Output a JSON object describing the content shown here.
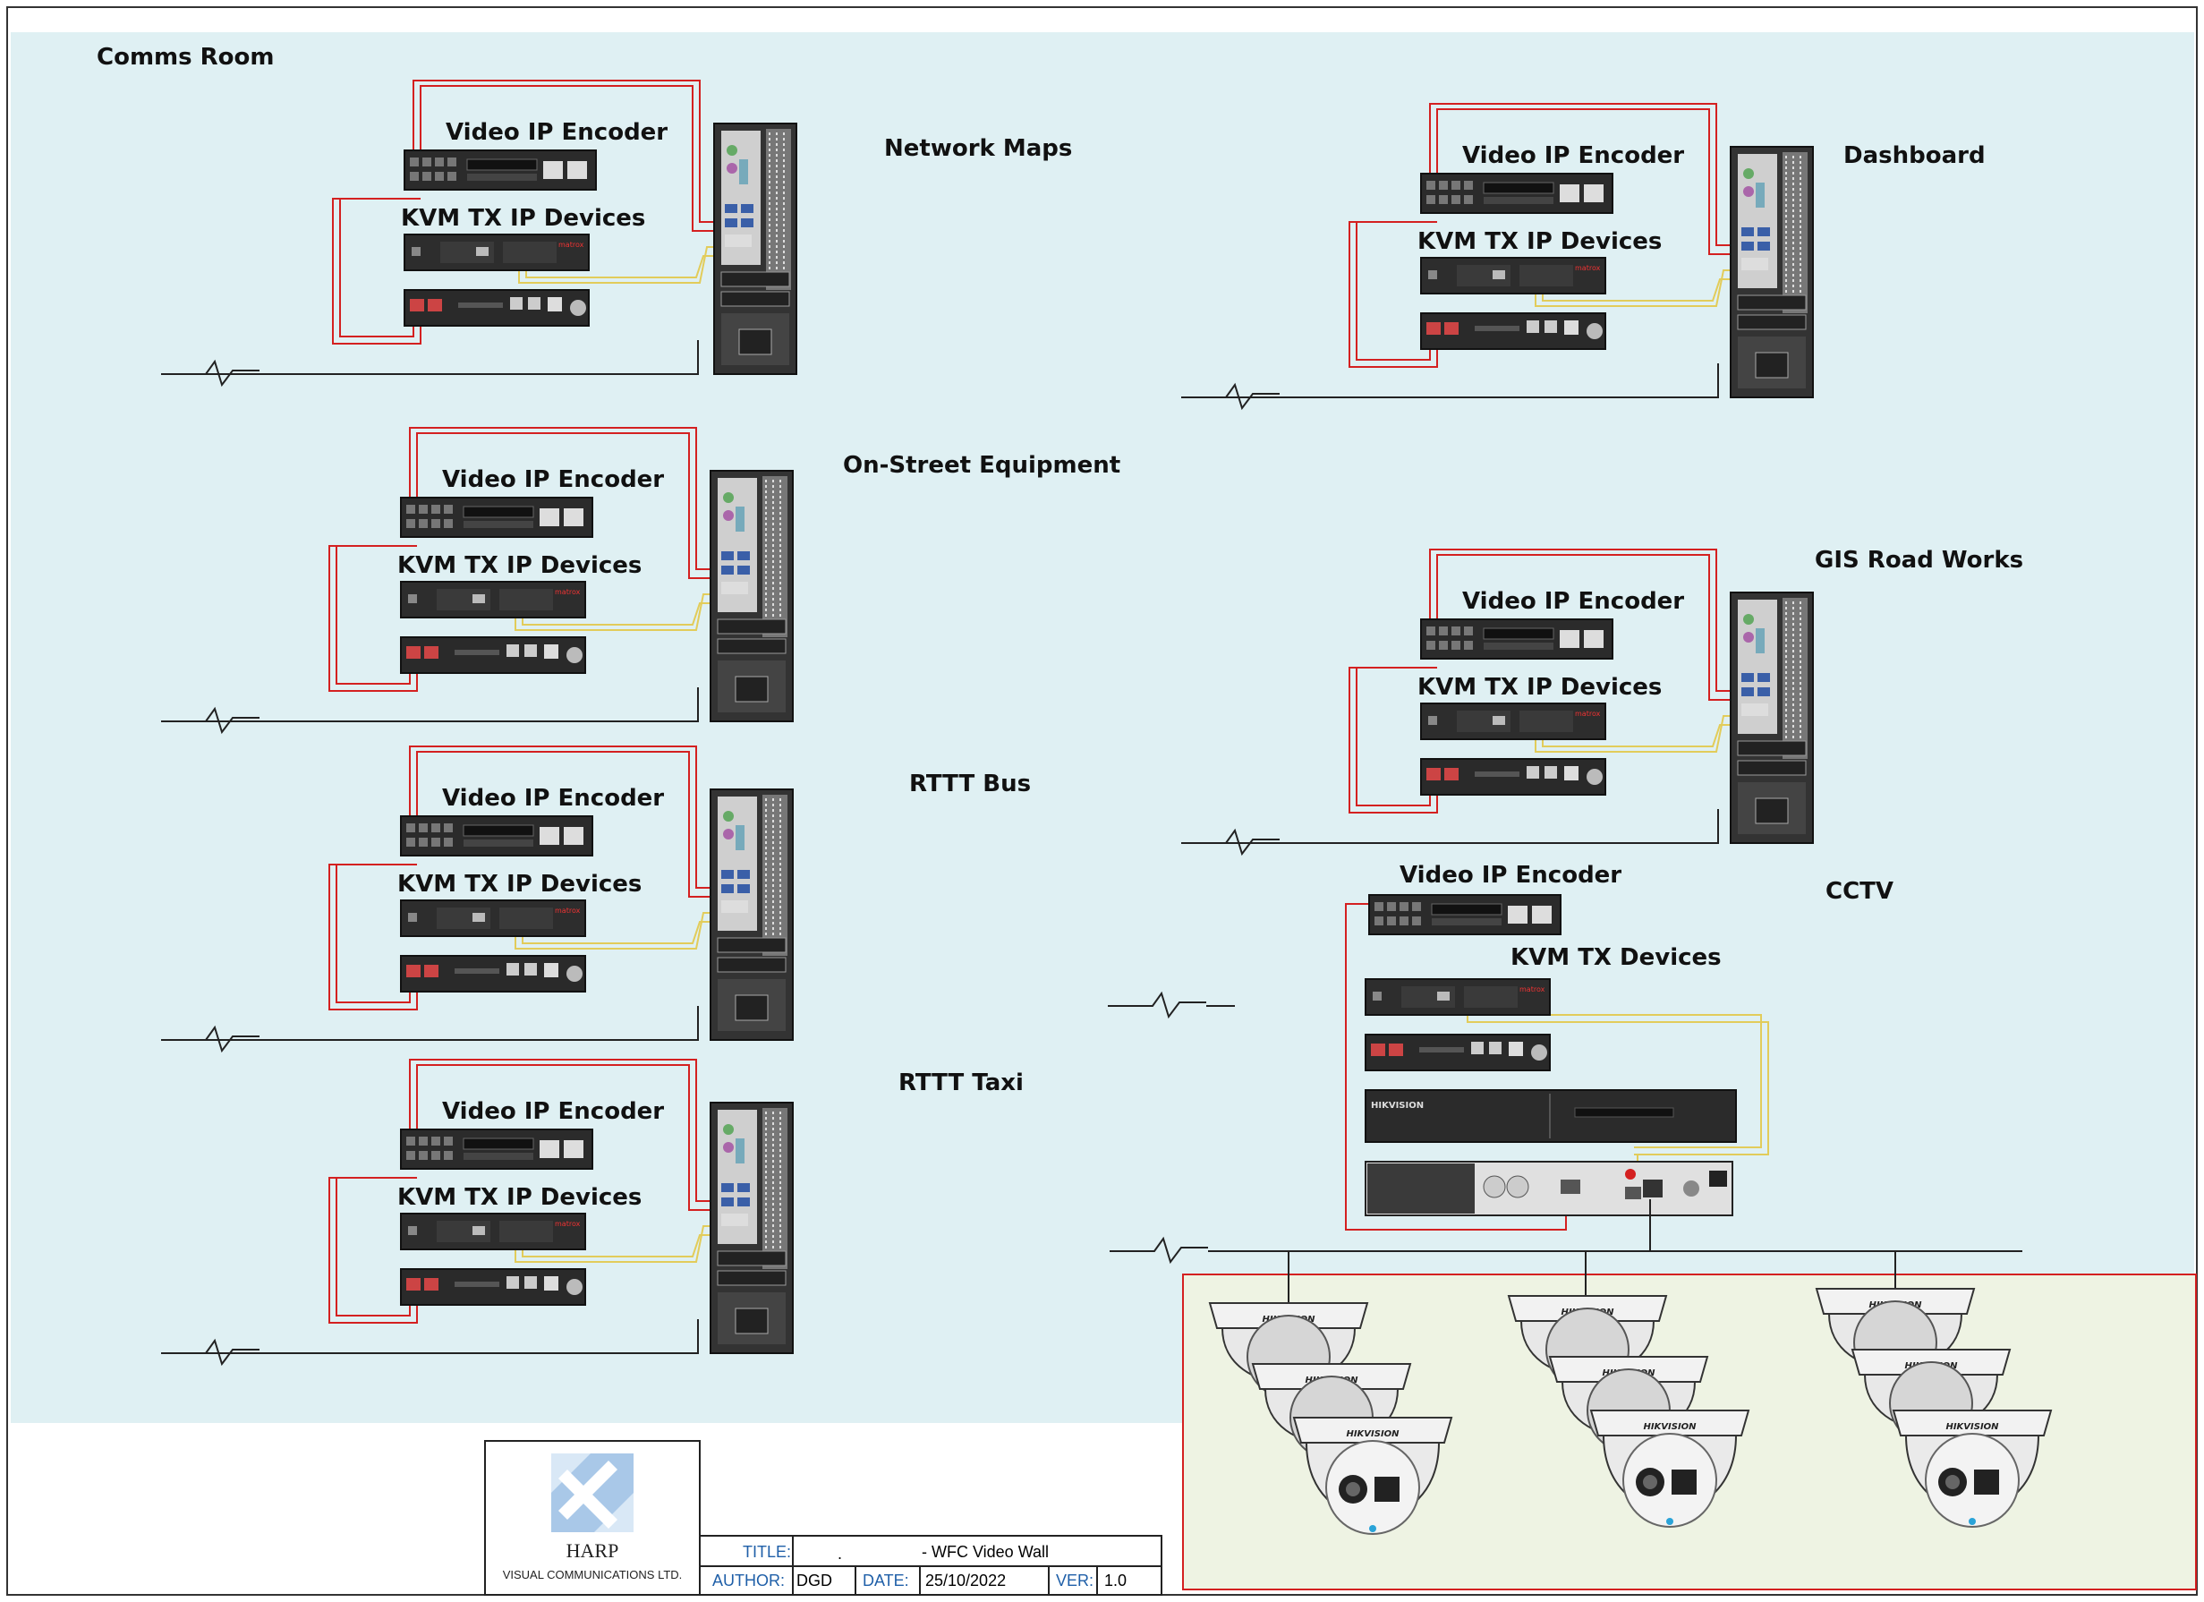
{
  "diagram": {
    "area_label": "Comms Room",
    "colors": {
      "room_fill": "#dff0f3",
      "cam_area_fill": "#eef3e3",
      "red_cable": "#d42020",
      "yellow_cable": "#e2cc5a",
      "device_dark": "#2a2a2a",
      "title_key": "#1f5fa8"
    },
    "groups": [
      {
        "name": "Network Maps",
        "encoder_label": "Video IP Encoder",
        "kvm_label": "KVM TX IP Devices"
      },
      {
        "name": "On-Street Equipment",
        "encoder_label": "Video IP Encoder",
        "kvm_label": "KVM TX IP Devices"
      },
      {
        "name": "RTTT Bus",
        "encoder_label": "Video IP Encoder",
        "kvm_label": "KVM TX IP Devices"
      },
      {
        "name": "RTTT Taxi",
        "encoder_label": "Video IP Encoder",
        "kvm_label": "KVM TX IP Devices"
      },
      {
        "name": "Dashboard",
        "encoder_label": "Video IP Encoder",
        "kvm_label": "KVM TX IP Devices"
      },
      {
        "name": "GIS Road Works",
        "encoder_label": "Video IP Encoder",
        "kvm_label": "KVM TX IP Devices"
      }
    ],
    "cctv": {
      "name": "CCTV",
      "encoder_label": "Video IP Encoder",
      "kvm_label": "KVM TX Devices",
      "nvr_brand": "HIKVISION",
      "camera_brand": "HIKVISION",
      "camera_group_count": 3
    },
    "device_brand": "matrox"
  },
  "title_block": {
    "company": "HARP",
    "company_sub": "VISUAL COMMUNICATIONS LTD.",
    "title_key": "TITLE:",
    "title_dot": ".",
    "title_value": "- WFC Video Wall",
    "author_key": "AUTHOR:",
    "author_value": "DGD",
    "date_key": "DATE:",
    "date_value": "25/10/2022",
    "ver_key": "VER:",
    "ver_value": "1.0"
  }
}
